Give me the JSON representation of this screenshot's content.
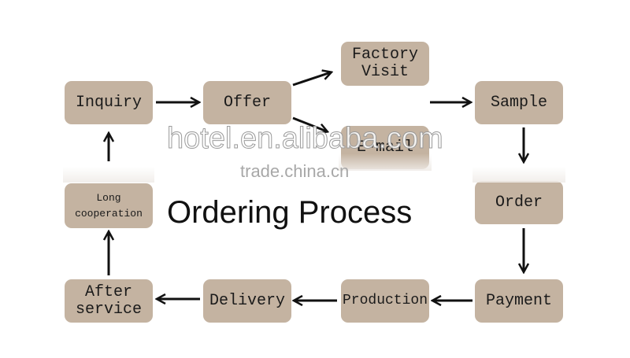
{
  "diagram": {
    "title": "Ordering Process",
    "box_color": "#c4b3a1",
    "nodes": {
      "inquiry": "Inquiry",
      "offer": "Offer",
      "factory_visit": "Factory\nVisit",
      "email": "E-mail",
      "sample": "Sample",
      "order": "Order",
      "payment": "Payment",
      "production": "Production",
      "delivery": "Delivery",
      "after_service": "After\nservice",
      "long_cooperation": "Long\ncooperation"
    },
    "edges": [
      [
        "Inquiry",
        "Offer"
      ],
      [
        "Offer",
        "Factory Visit"
      ],
      [
        "Offer",
        "E-mail"
      ],
      [
        "Factory Visit / E-mail",
        "Sample"
      ],
      [
        "Sample",
        "Order"
      ],
      [
        "Order",
        "Payment"
      ],
      [
        "Payment",
        "Production"
      ],
      [
        "Production",
        "Delivery"
      ],
      [
        "Delivery",
        "After service"
      ],
      [
        "After service",
        "Long cooperation"
      ],
      [
        "Long cooperation",
        "Inquiry"
      ]
    ]
  },
  "watermarks": {
    "primary": "hotel.en.alibaba.com",
    "secondary": "trade.china.cn"
  }
}
